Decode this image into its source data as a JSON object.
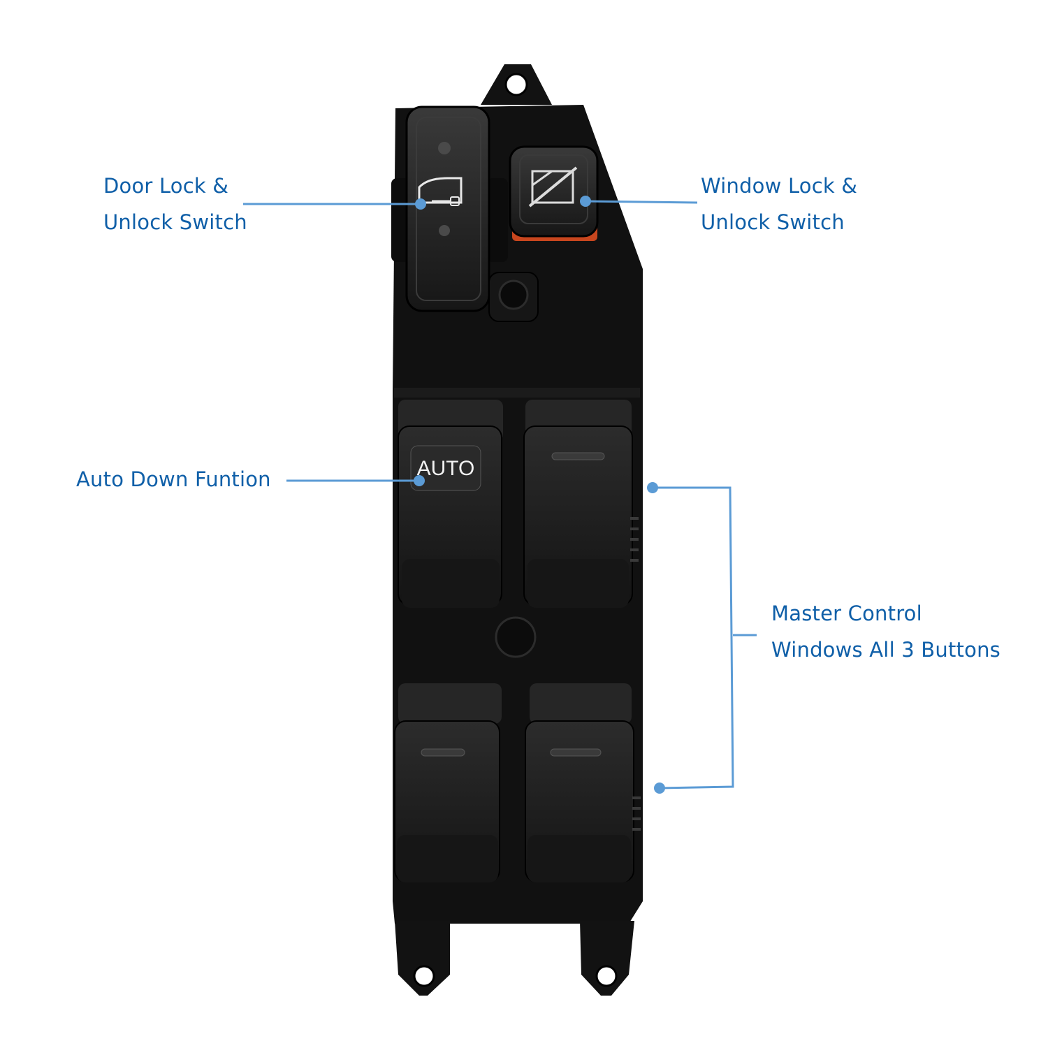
{
  "colors": {
    "label_text": "#0f5fa8",
    "leader": "#5b9bd5",
    "body": "#111111",
    "rocker": "#1e1e1e",
    "background": "#ffffff",
    "orange_trim": "#c8461e"
  },
  "callouts": {
    "door_lock": {
      "line1": "Door Lock &",
      "line2": "Unlock Switch"
    },
    "window_lock": {
      "line1": "Window Lock &",
      "line2": "Unlock Switch"
    },
    "auto_down": {
      "line1": "Auto Down Funtion"
    },
    "master_control": {
      "line1": "Master Control",
      "line2": "Windows All 3 Buttons"
    }
  },
  "switch": {
    "auto_label": "AUTO",
    "door_lock_icon": "door-key-icon",
    "window_lock_icon": "window-crossed-icon"
  }
}
